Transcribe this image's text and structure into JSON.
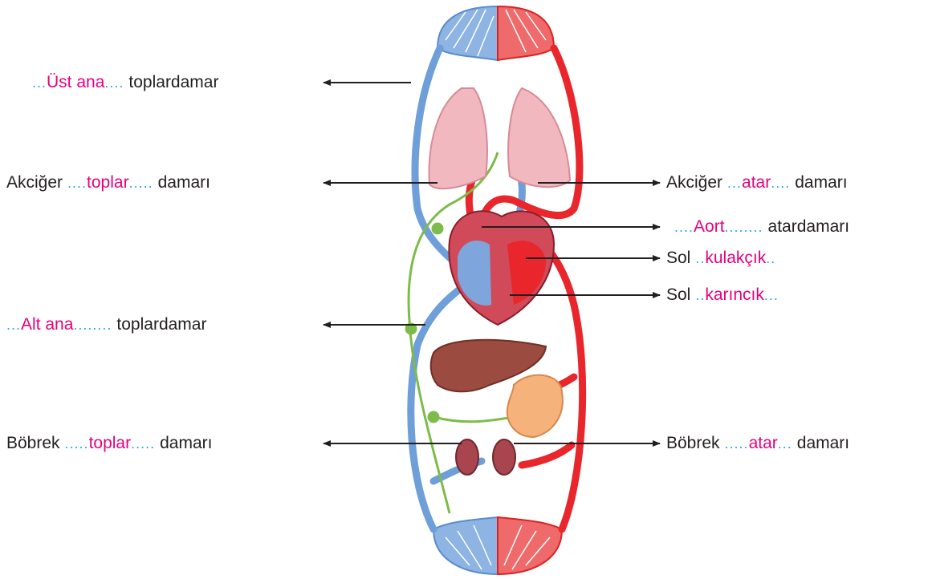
{
  "labels_left": [
    {
      "id": "ust-ana",
      "pre_dots": "...",
      "answer": "Üst ana",
      "post_dots": "....",
      "suffix": "toplardamar"
    },
    {
      "id": "akciger-toplar",
      "prefix": "Akciğer",
      "pre_dots": "....",
      "answer": "toplar",
      "post_dots": ".....",
      "suffix": "damarı"
    },
    {
      "id": "alt-ana",
      "pre_dots": "...",
      "answer": "Alt ana",
      "post_dots": "........",
      "suffix": "toplardamar"
    },
    {
      "id": "bobrek-toplar",
      "prefix": "Böbrek",
      "pre_dots": ".....",
      "answer": "toplar",
      "post_dots": ".....",
      "suffix": "damarı"
    }
  ],
  "labels_right": [
    {
      "id": "akciger-atar",
      "prefix": "Akciğer",
      "pre_dots": "...",
      "answer": "atar",
      "post_dots": "....",
      "suffix": "damarı"
    },
    {
      "id": "aort",
      "pre_dots": "....",
      "answer": "Aort",
      "post_dots": "........",
      "suffix": "atardamarı"
    },
    {
      "id": "sol-kulakcik",
      "prefix": "Sol",
      "pre_dots": "..",
      "answer": "kulakçık",
      "post_dots": "..",
      "suffix": ""
    },
    {
      "id": "sol-karincik",
      "prefix": "Sol",
      "pre_dots": "..",
      "answer": "karıncık",
      "post_dots": "...",
      "suffix": ""
    },
    {
      "id": "bobrek-atar",
      "prefix": "Böbrek",
      "pre_dots": ".....",
      "answer": "atar",
      "post_dots": "...",
      "suffix": "damarı"
    }
  ],
  "colors": {
    "vein": "#6f9fd8",
    "artery": "#e8262b",
    "lymph": "#7dbb4a",
    "answer_text": "#e6007e",
    "dots": "#29a9e0",
    "arrow": "#231f20"
  }
}
